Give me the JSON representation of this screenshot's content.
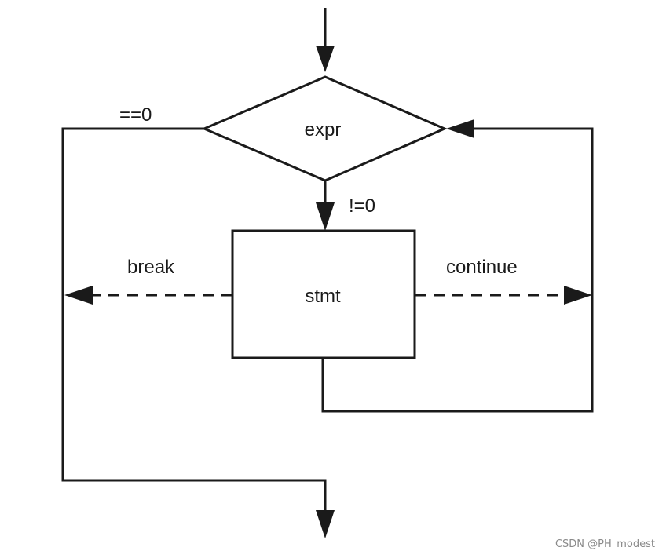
{
  "diagram": {
    "nodes": {
      "condition": {
        "label": "expr"
      },
      "body": {
        "label": "stmt"
      }
    },
    "edges": {
      "false_branch": {
        "label": "==0"
      },
      "true_branch": {
        "label": "!=0"
      },
      "break_edge": {
        "label": "break"
      },
      "continue_edge": {
        "label": "continue"
      }
    }
  },
  "watermark": {
    "text": "CSDN @PH_modest"
  },
  "colors": {
    "stroke": "#1a1a1a",
    "background": "#ffffff"
  }
}
